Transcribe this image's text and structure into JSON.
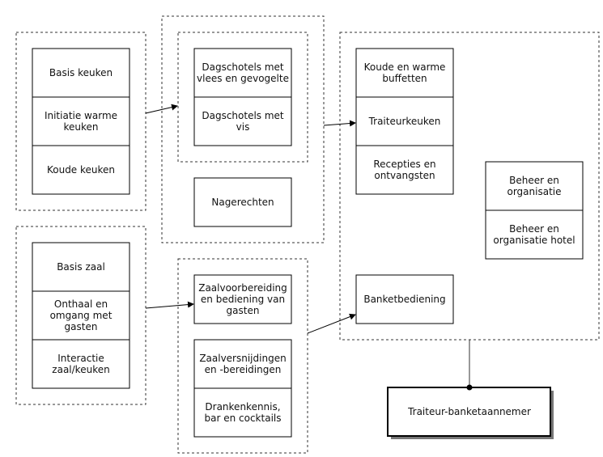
{
  "groups": {
    "basis_keuken": [
      "Basis keuken",
      "Initiatie warme|keuken",
      "Koude keuken"
    ],
    "dagschotels": [
      "Dagschotels met|vlees en gevogelte",
      "Dagschotels met|vis"
    ],
    "nagerechten": "Nagerechten",
    "traiteur": [
      "Koude en warme|buffetten",
      "Traiteurkeuken",
      "Recepties en|ontvangsten"
    ],
    "beheer": [
      "Beheer en|organisatie",
      "Beheer en|organisatie hotel"
    ],
    "banket": "Banketbediening",
    "zaal": [
      "Basis zaal",
      "Onthaal en|omgang met|gasten",
      "Interactie|zaal/keuken"
    ],
    "zaal2": [
      "Zaalvoorbereiding|en bediening van|gasten",
      "Zaalversnijdingen|en -bereidingen",
      "Drankenkennis,|bar en cocktails"
    ]
  },
  "final": "Traiteur-banketaannemer"
}
